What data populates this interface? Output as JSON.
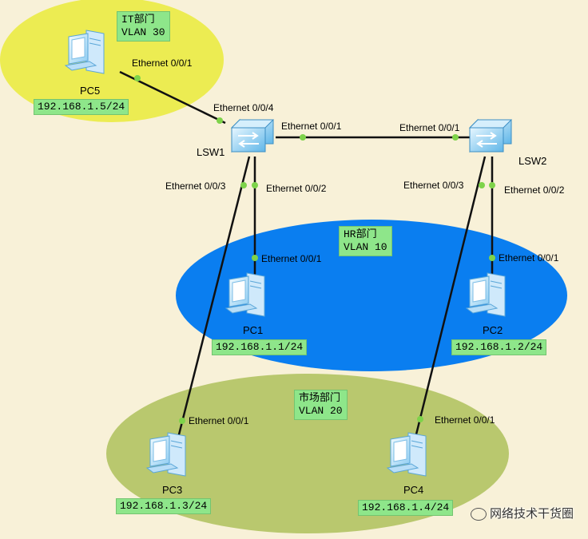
{
  "zones": {
    "it": {
      "name": "IT部门",
      "vlan": "VLAN 30",
      "color": "#ecec52"
    },
    "hr": {
      "name": "HR部门",
      "vlan": "VLAN 10",
      "color": "#0a7ef0"
    },
    "mkt": {
      "name": "市场部门",
      "vlan": "VLAN 20",
      "color": "#b9c86e"
    }
  },
  "devices": {
    "lsw1": "LSW1",
    "lsw2": "LSW2",
    "pc1": "PC1",
    "pc2": "PC2",
    "pc3": "PC3",
    "pc4": "PC4",
    "pc5": "PC5"
  },
  "ips": {
    "pc1": "192.168.1.1/24",
    "pc2": "192.168.1.2/24",
    "pc3": "192.168.1.3/24",
    "pc4": "192.168.1.4/24",
    "pc5": "192.168.1.5/24"
  },
  "ports": {
    "pc5_e001": "Ethernet 0/0/1",
    "lsw1_e004": "Ethernet 0/0/4",
    "lsw1_e001": "Ethernet 0/0/1",
    "lsw2_e001": "Ethernet 0/0/1",
    "lsw1_e003": "Ethernet 0/0/3",
    "lsw1_e002": "Ethernet 0/0/2",
    "lsw2_e003": "Ethernet 0/0/3",
    "lsw2_e002": "Ethernet 0/0/2",
    "pc1_e001": "Ethernet 0/0/1",
    "pc2_e001": "Ethernet 0/0/1",
    "pc3_e001": "Ethernet 0/0/1",
    "pc4_e001": "Ethernet 0/0/1"
  },
  "watermark": "网络技术干货圈",
  "colors": {
    "link": "#111111",
    "port_dot": "#7ed34a",
    "ip_bg": "#8ee68a"
  }
}
